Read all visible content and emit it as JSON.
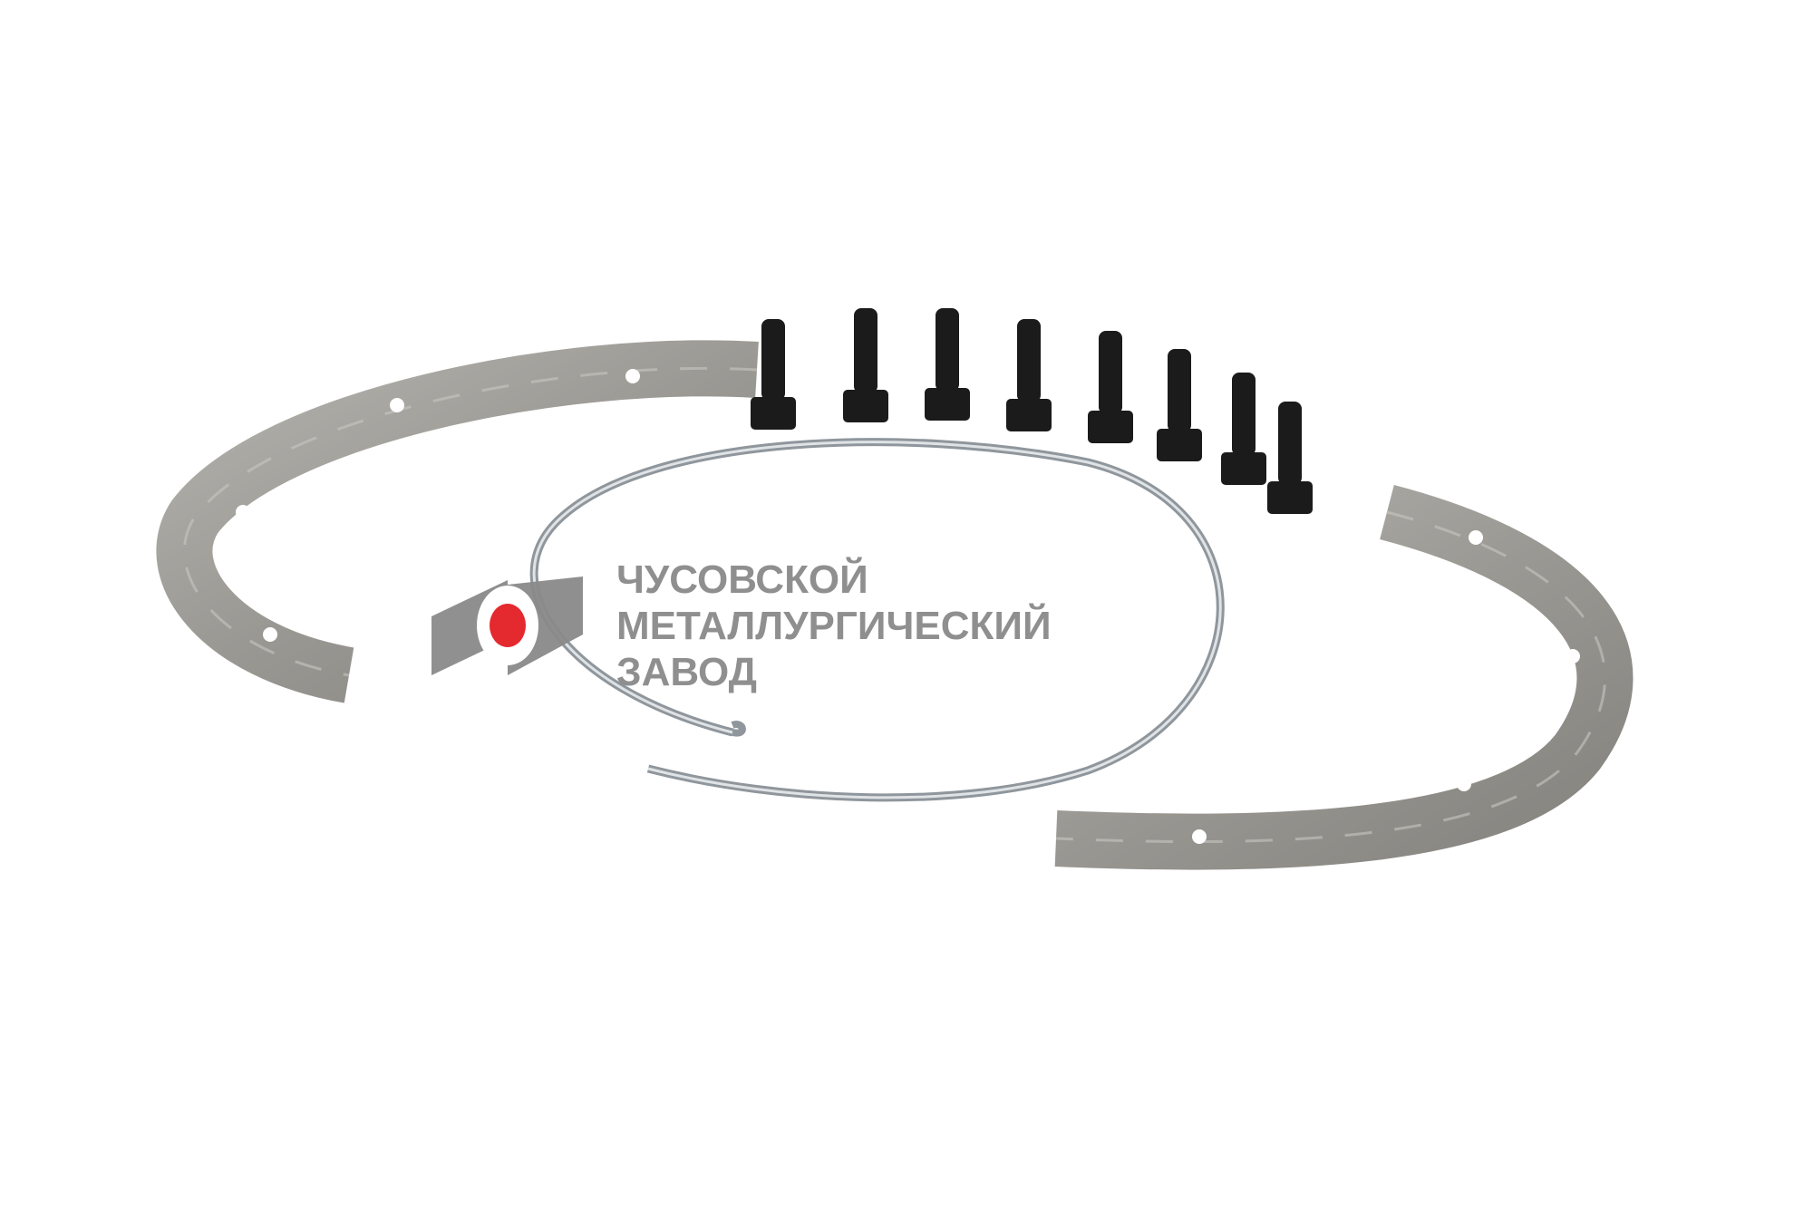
{
  "watermark": {
    "line1": "ЧУСОВСКОЙ",
    "line2": "МЕТАЛЛУРГИЧЕСКИЙ",
    "line3": "ЗАВОД",
    "logo_accent": "#e31e24",
    "logo_gray": "#8a8a8a"
  },
  "product": {
    "plate_color": "#9a9893",
    "bolt_color": "#1a1a1a",
    "wire_color": "#b8bec4",
    "bolt_count": 8
  }
}
